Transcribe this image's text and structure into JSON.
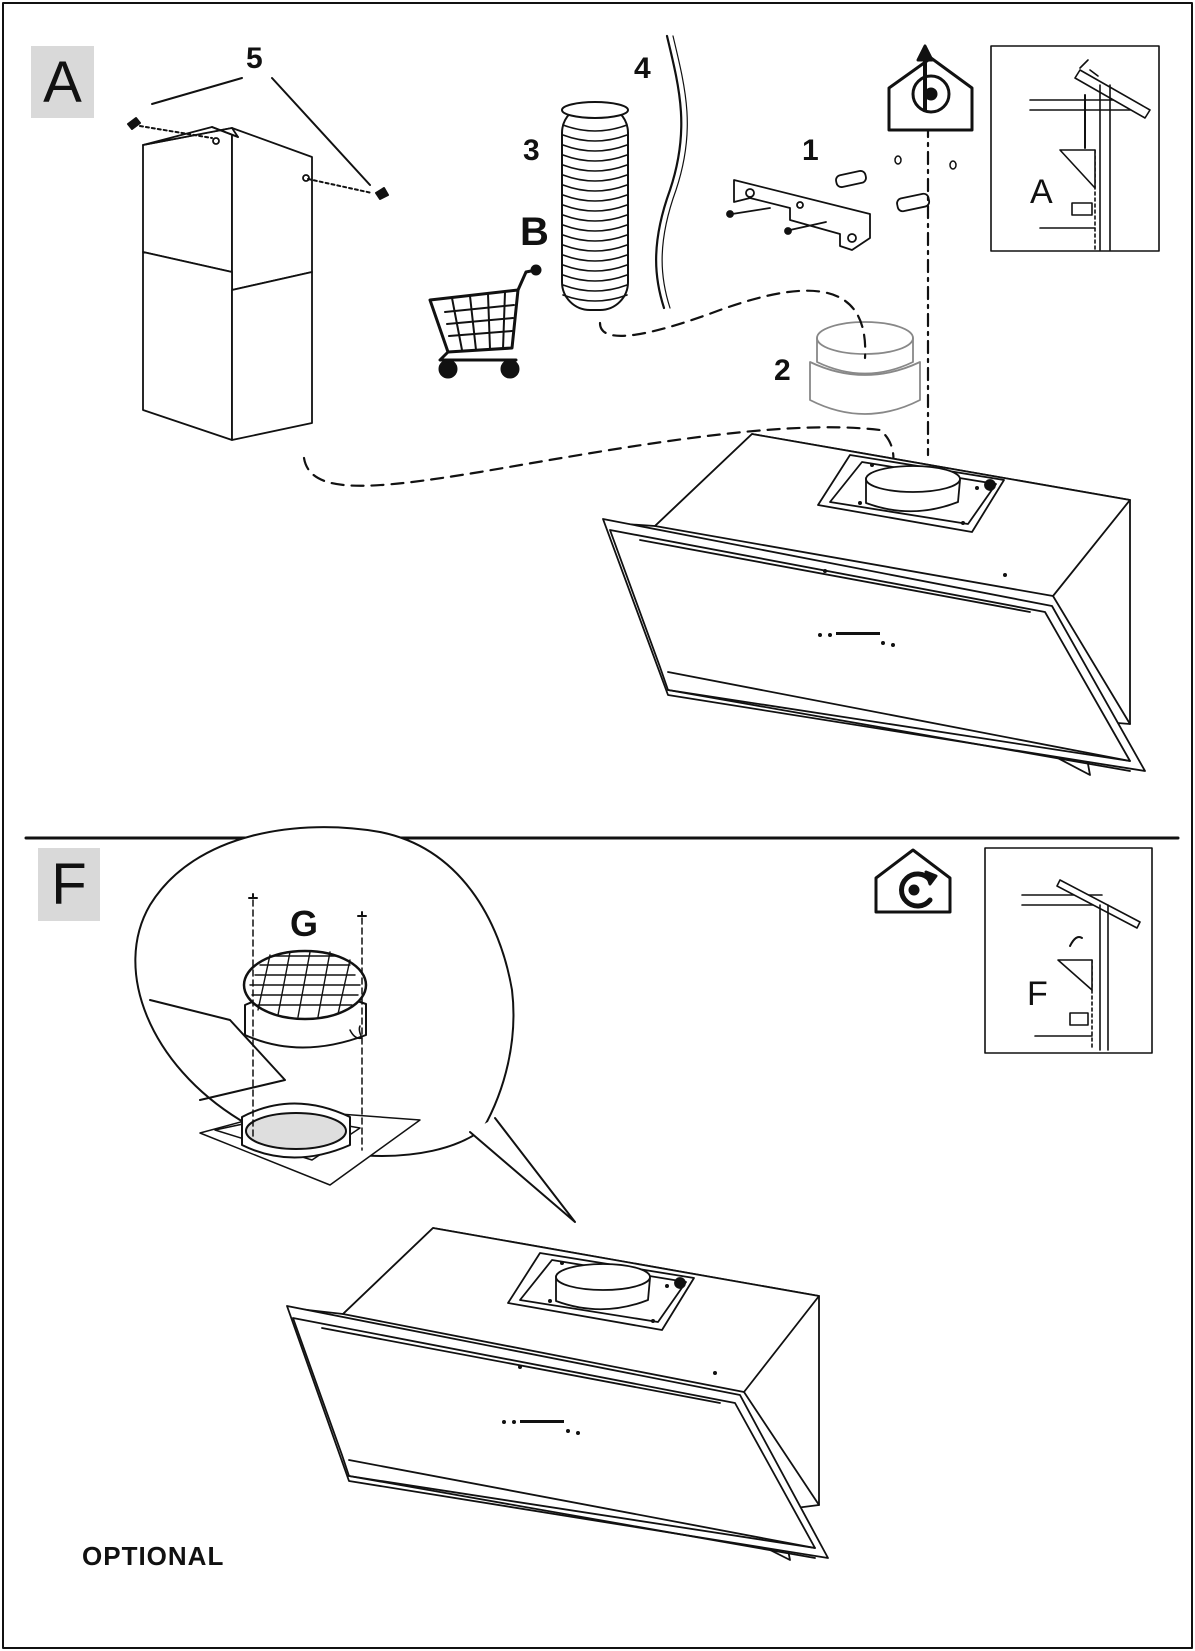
{
  "sections": {
    "top": {
      "letter": "A"
    },
    "bottom": {
      "letter": "F"
    }
  },
  "callouts": {
    "bracket": "1",
    "collar": "2",
    "duct": "3",
    "cable": "4",
    "screws": "5",
    "buy_separately": "B",
    "filter": "G"
  },
  "inset_top": {
    "letter": "A"
  },
  "inset_bottom": {
    "letter": "F"
  },
  "footer": {
    "optional_label": "OPTIONAL"
  },
  "icons": {
    "extraction_mode": "house-fan-exhaust-icon",
    "recirculation_mode": "house-recirculation-icon",
    "shopping": "shopping-cart-icon"
  }
}
